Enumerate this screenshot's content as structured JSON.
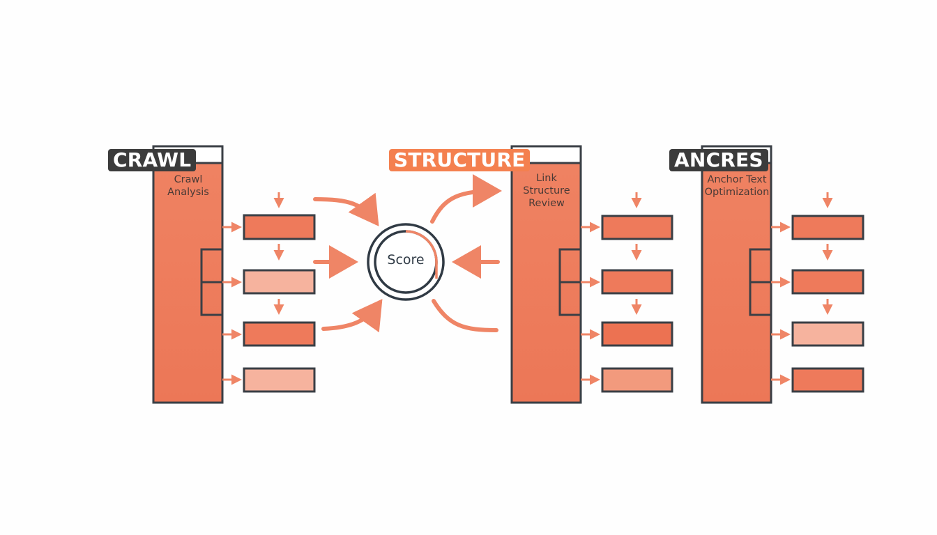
{
  "tags": {
    "crawl": "CRAWL",
    "structure": "STRUCTURE",
    "ancres": "ANCRES"
  },
  "columns": {
    "crawl_title": "Crawl\nAnalysis",
    "structure_title": "Link\nStructure\nReview",
    "ancres_title": "Anchor Text\nOptimization"
  },
  "center": {
    "label": "Score"
  },
  "colors": {
    "column_fill": "#ee7a5b",
    "box_fill_strong": "#ee7a5b",
    "box_fill_light": "#f6b39e",
    "outline": "#3a3f45",
    "arrow": "#ef8566",
    "tag_dark": "#3b3b3b",
    "tag_accent": "#f4804f"
  }
}
